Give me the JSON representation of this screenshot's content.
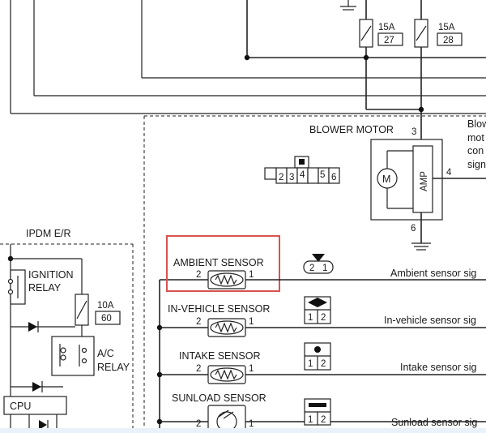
{
  "fuses": [
    {
      "amp": "15A",
      "num": "27"
    },
    {
      "amp": "15A",
      "num": "28"
    }
  ],
  "blower_motor": {
    "title": "BLOWER MOTOR",
    "pin_top": "3",
    "pin_right": "4",
    "pin_bottom": "6",
    "motor_letter": "M",
    "amp_label": "AMP",
    "note_lines": [
      "Blow",
      "mot",
      "con",
      "sign"
    ]
  },
  "connector_pins": [
    "2",
    "3",
    "4",
    "5",
    "6"
  ],
  "ipdm": {
    "title": "IPDM E/R",
    "ignition_relay": [
      "IGNITION",
      "RELAY"
    ],
    "fuse_10a": {
      "amp": "10A",
      "num": "60"
    },
    "ac_relay": [
      "A/C",
      "RELAY"
    ],
    "cpu": "CPU"
  },
  "sensors": [
    {
      "name": "AMBIENT SENSOR",
      "pin_left": "2",
      "pin_right": "1",
      "signal": "Ambient sensor sig",
      "conn": [
        "2",
        "1"
      ]
    },
    {
      "name": "IN-VEHICLE SENSOR",
      "pin_left": "2",
      "pin_right": "1",
      "signal": "In-vehicle sensor sig",
      "conn": [
        "1",
        "2"
      ]
    },
    {
      "name": "INTAKE SENSOR",
      "pin_left": "2",
      "pin_right": "1",
      "signal": "Intake sensor sig",
      "conn": [
        "1",
        "2"
      ]
    },
    {
      "name": "SUNLOAD SENSOR",
      "pin_left": "2",
      "pin_right": "1",
      "signal": "Sunload sensor sig",
      "conn": [
        "1",
        "2"
      ]
    }
  ],
  "colors": {
    "highlight": "#d9534f",
    "line": "#222222"
  }
}
